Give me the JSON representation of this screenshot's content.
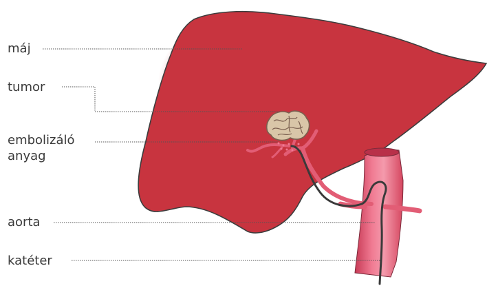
{
  "labels": {
    "liver": "máj",
    "tumor": "tumor",
    "embolizing_line1": "embolizáló",
    "embolizing_line2": "anyag",
    "aorta": "aorta",
    "catheter": "katéter"
  },
  "colors": {
    "liver_fill": "#c8343f",
    "liver_highlight": "#e0636a",
    "liver_outline": "#3d3d3d",
    "aorta_fill": "#e8506a",
    "aorta_highlight": "#f48aa0",
    "vessel": "#e25d75",
    "tumor_fill": "#d9c6a8",
    "tumor_outline": "#7a5f4f",
    "catheter": "#3a3a3a",
    "leader_line": "#555555",
    "text": "#3a3a3a"
  }
}
